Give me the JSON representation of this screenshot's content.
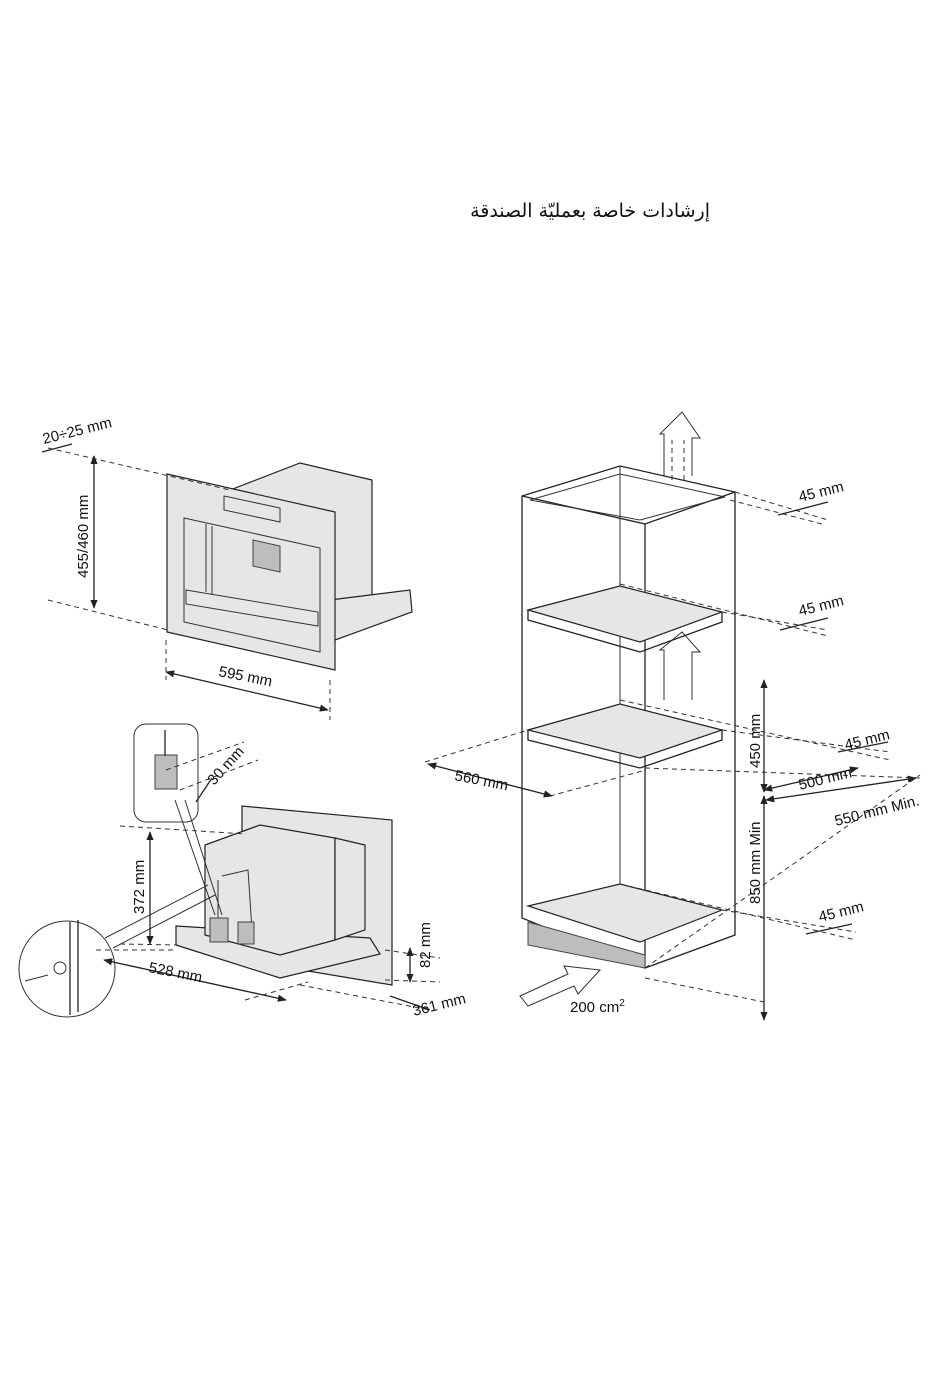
{
  "title": "إرشادات خاصة بعمليّة الصندقة",
  "dimensions": {
    "panel_gap": "20÷25 mm",
    "front_height": "455/460 mm",
    "front_width": "595  mm",
    "pipe_distance": "30 mm",
    "unit_height": "372 mm",
    "unit_width": "528 mm",
    "base_height": "82 mm",
    "unit_depth": "361 mm",
    "top_gap": "45 mm",
    "shelf_gap_upper": "45 mm",
    "shelf_gap_middle": "45 mm",
    "bottom_gap": "45 mm",
    "cabinet_width": "560 mm",
    "niche_depth": "500 mm",
    "cabinet_depth_min": "550 mm Min.",
    "niche_height": "450 mm",
    "floor_height_min": "850 mm Min",
    "vent_area": "200 cm",
    "vent_area_exp": "2"
  }
}
